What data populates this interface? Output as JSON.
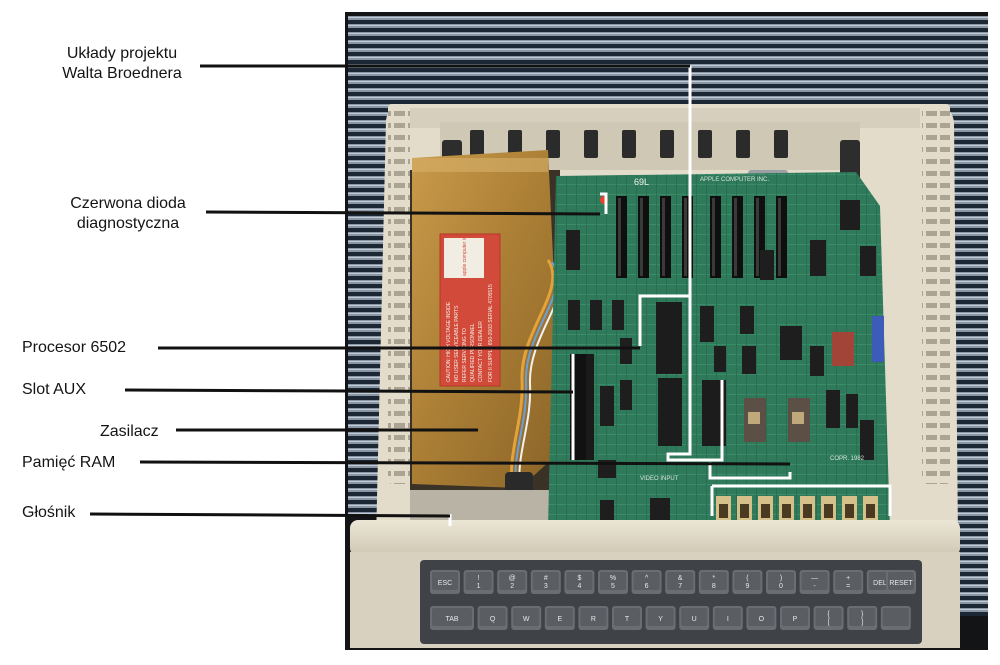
{
  "labels": {
    "walt": [
      "Układy projektu",
      "Walta Broednera"
    ],
    "led": [
      "Czerwona dioda",
      "diagnostyczna"
    ],
    "cpu": "Procesor 6502",
    "aux": "Slot AUX",
    "psu": "Zasilacz",
    "ram": "Pamięć RAM",
    "speaker": "Głośnik"
  },
  "photo_text": {
    "label_brand": "apple computer inc.",
    "label_supply": "FOR II SUPPLY 650-2003 SERIAL 4705515",
    "label_warning": [
      "CAUTION: HIGH VOLTAGE INSIDE",
      "NO USER SERVICEABLE PARTS",
      "REFER SERVICING TO",
      "QUALIFIED PERSONNEL",
      "CONTACT YOUR DEALER"
    ],
    "board_marks": [
      "69L",
      "APPLE COMPUTER INC.",
      "VIDEO INPUT",
      "COPR. 1982"
    ]
  },
  "keyboard": {
    "row1": [
      "ESC",
      "!\n1",
      "@\n2",
      "#\n3",
      "$\n4",
      "%\n5",
      "^\n6",
      "&\n7",
      "*\n8",
      "(\n9",
      ")\n0",
      "—\n-",
      "+\n=",
      "DELETE"
    ],
    "reset": "RESET",
    "row2": [
      "TAB",
      "Q",
      "W",
      "E",
      "R",
      "T",
      "Y",
      "U",
      "I",
      "O",
      "P",
      "{\n[",
      "}\n]",
      ""
    ]
  },
  "colors": {
    "case": "#e3dccb",
    "board": "#2f7a5a",
    "psu": "#b88a3e",
    "label": "#d24a3a",
    "keys": "#5f6266",
    "leader": "#111111",
    "highlight": "#ffffff"
  }
}
